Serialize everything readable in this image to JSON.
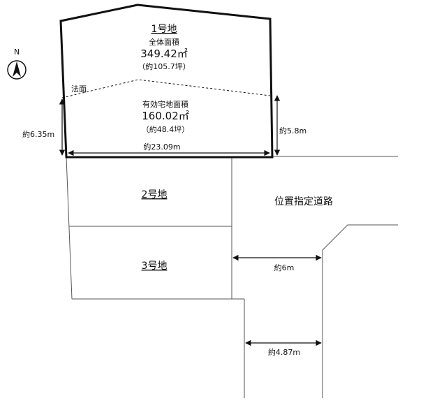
{
  "north": {
    "label": "N",
    "icon": "north-arrow-icon"
  },
  "lot1": {
    "title": "1号地",
    "total_area_label": "全体面積",
    "total_area_value": "349.42㎡",
    "total_area_tsubo": "（約105.7坪）",
    "slope_label": "法面",
    "effective_area_label": "有効宅地面積",
    "effective_area_value": "160.02㎡",
    "effective_area_tsubo": "（約48.4坪）"
  },
  "lot2": {
    "title": "2号地"
  },
  "lot3": {
    "title": "3号地"
  },
  "road": {
    "label": "位置指定道路"
  },
  "dimensions": {
    "left_depth": "約6.35m",
    "right_depth": "約5.8m",
    "frontage": "約23.09m",
    "road_width_1": "約6m",
    "road_width_2": "約4.87m"
  },
  "colors": {
    "line": "#111111",
    "light_line": "#555555",
    "background": "#ffffff"
  }
}
